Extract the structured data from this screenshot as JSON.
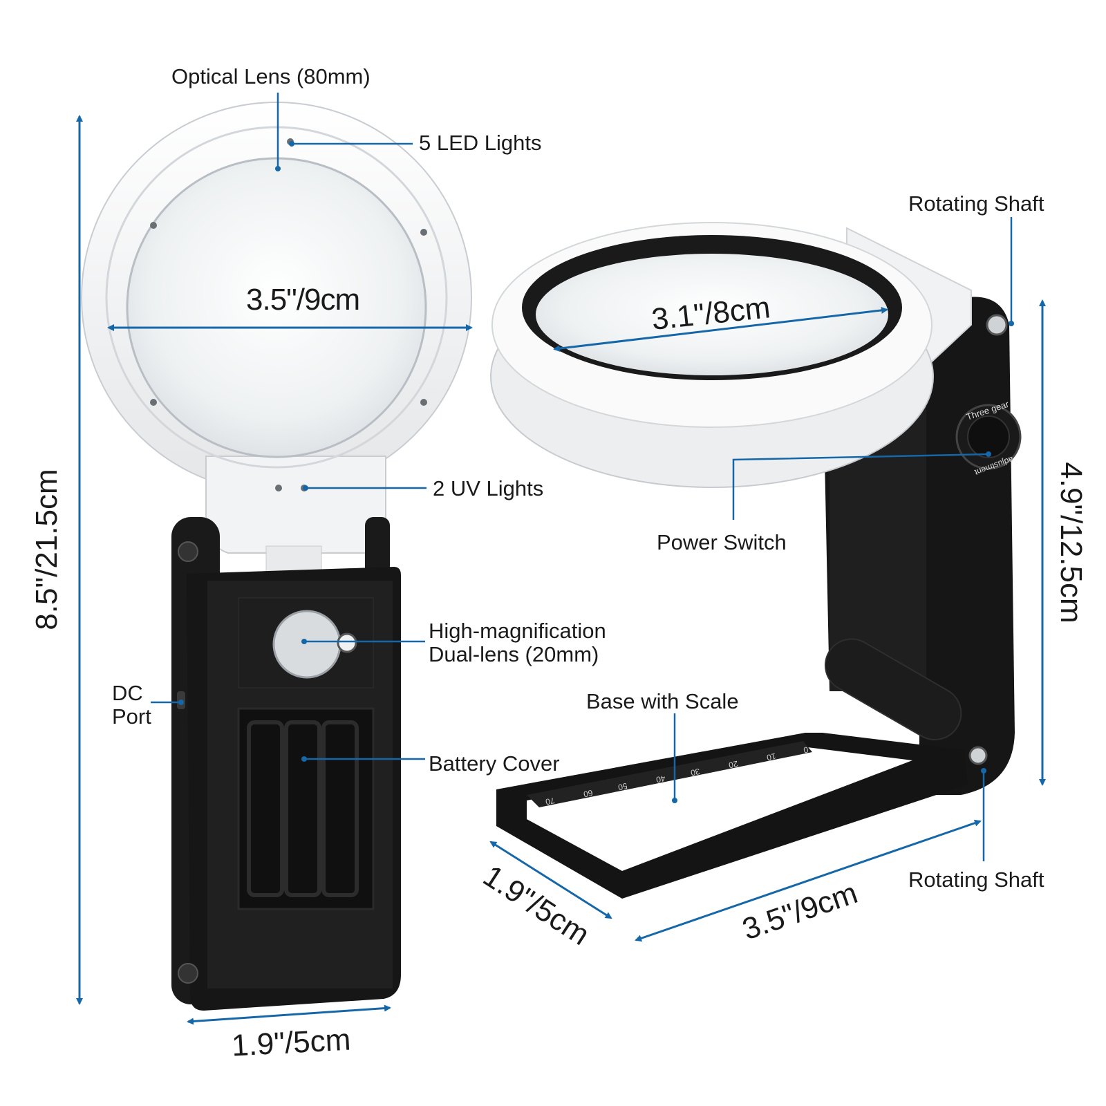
{
  "colors": {
    "arrow": "#1667a8",
    "body_black": "#151515",
    "ring_white": "#f4f5f6",
    "lens_glass": "#eef1f2"
  },
  "labels": {
    "optical_lens": "Optical Lens (80mm)",
    "led_lights": "5 LED Lights",
    "uv_lights": "2 UV Lights",
    "dual_lens_line1": "High-magnification",
    "dual_lens_line2": "Dual-lens (20mm)",
    "dc_port_line1": "DC",
    "dc_port_line2": "Port",
    "battery_cover": "Battery Cover",
    "rotating_shaft_top": "Rotating Shaft",
    "rotating_shaft_bottom": "Rotating Shaft",
    "power_switch": "Power Switch",
    "base_with_scale": "Base with Scale",
    "knob_text_top": "Three gear",
    "knob_text_bottom": "adjustment"
  },
  "dimensions": {
    "left_lens_diameter": "3.5\"/9cm",
    "left_height": "8.5\"/21.5cm",
    "left_width": "1.9\"/5cm",
    "right_lens_diameter": "3.1\"/8cm",
    "right_height": "4.9\"/12.5cm",
    "base_depth": "1.9\"/5cm",
    "base_width": "3.5\"/9cm"
  },
  "scale_ticks": [
    "0",
    "10",
    "20",
    "30",
    "40",
    "50",
    "60",
    "70"
  ]
}
